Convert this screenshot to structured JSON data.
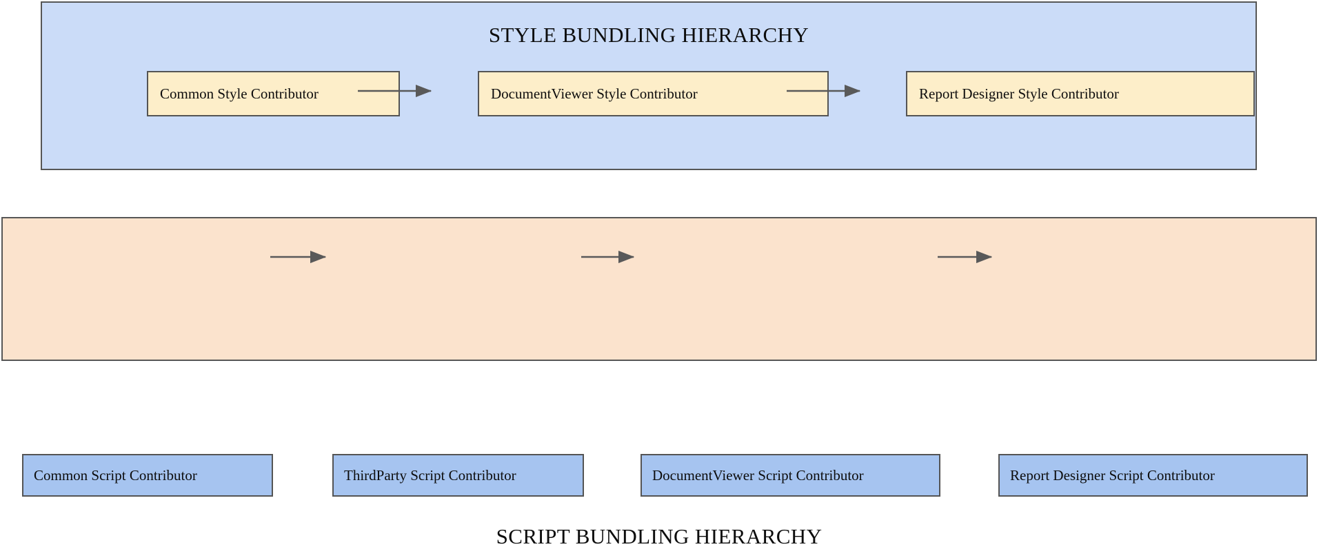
{
  "diagram": {
    "kind": "flowchart",
    "palette": {
      "style_cluster_fill": "#cbdcf8",
      "style_node_fill": "#fdeec9",
      "script_cluster_fill": "#fbe3cd",
      "script_node_fill": "#a6c4f0",
      "border": "#545454",
      "arrow": "#595959",
      "text": "#0d0d0d",
      "page_background": "#ffffff"
    },
    "clusters": [
      {
        "id": "style",
        "title": "STYLE BUNDLING HIERARCHY",
        "title_position": "top",
        "nodes": [
          {
            "id": "style-common",
            "label": "Common Style Contributor"
          },
          {
            "id": "style-documentviewer",
            "label": "DocumentViewer Style Contributor"
          },
          {
            "id": "style-reportdesigner",
            "label": "Report Designer Style Contributor"
          }
        ],
        "edges": [
          {
            "from": "style-common",
            "to": "style-documentviewer",
            "label": ""
          },
          {
            "from": "style-documentviewer",
            "to": "style-reportdesigner",
            "label": ""
          }
        ]
      },
      {
        "id": "script",
        "title": "SCRIPT BUNDLING HIERARCHY",
        "title_position": "bottom",
        "nodes": [
          {
            "id": "script-common",
            "label": "Common Script Contributor"
          },
          {
            "id": "script-thirdparty",
            "label": "ThirdParty Script Contributor"
          },
          {
            "id": "script-documentviewer",
            "label": "DocumentViewer Script Contributor"
          },
          {
            "id": "script-reportdesigner",
            "label": "Report Designer Script Contributor"
          }
        ],
        "edges": [
          {
            "from": "script-common",
            "to": "script-thirdparty",
            "label": ""
          },
          {
            "from": "script-thirdparty",
            "to": "script-documentviewer",
            "label": ""
          },
          {
            "from": "script-documentviewer",
            "to": "script-reportdesigner",
            "label": ""
          }
        ]
      }
    ]
  }
}
